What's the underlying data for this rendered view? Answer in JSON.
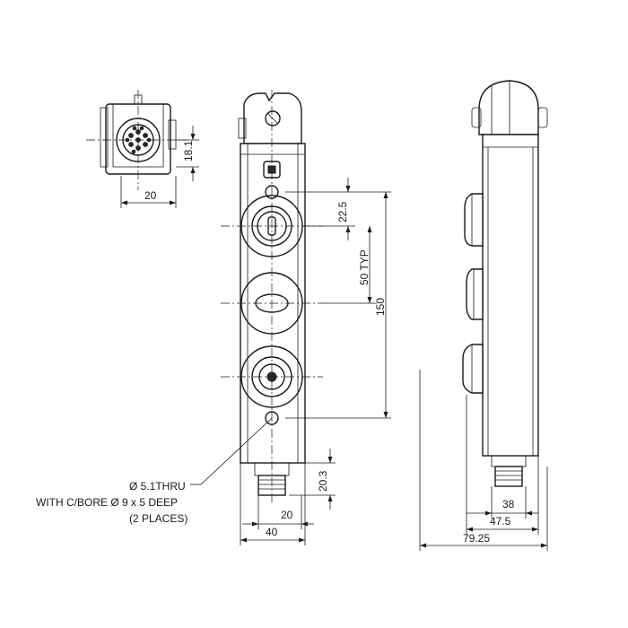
{
  "drawing": {
    "callout_line1": "Ø 5.1THRU",
    "callout_line2": "WITH C/BORE Ø 9 x 5 DEEP",
    "callout_line3": "(2 PLACES)"
  },
  "dimensions": {
    "end_view_height": "18.1",
    "end_view_width": "20",
    "hole_offset": "22.5",
    "pitch_typ": "50 TYP",
    "overall_length": "150",
    "connector_length": "20.3",
    "connector_offset": "20",
    "body_width": "40",
    "connector_dia": "38",
    "depth_47_5": "47.5",
    "depth_overall": "79.25"
  }
}
